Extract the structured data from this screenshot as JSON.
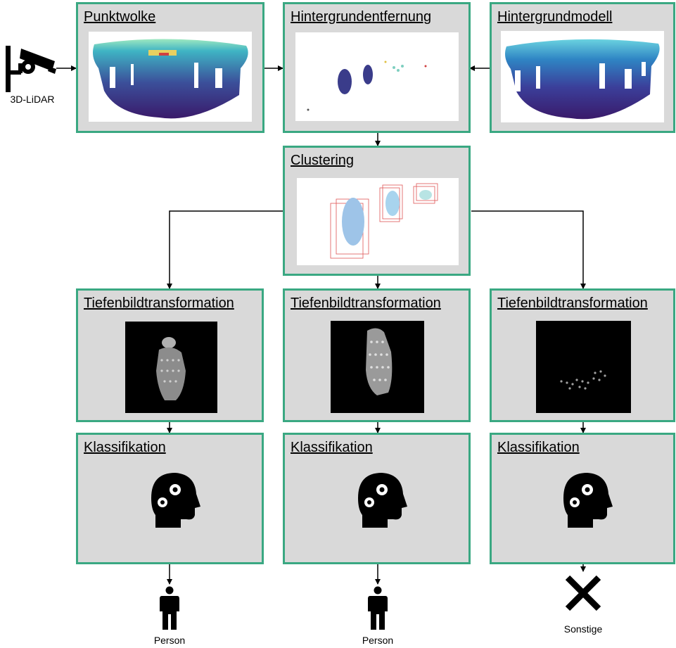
{
  "sensor": {
    "label": "3D-LiDAR",
    "icon": "security-camera-icon"
  },
  "stage1": {
    "point_cloud_title": "Punktwolke",
    "background_removal_title": "Hintergrundentfernung",
    "background_model_title": "Hintergrundmodell"
  },
  "stage2": {
    "clustering_title": "Clustering"
  },
  "columns": [
    {
      "transform_title": "Tiefenbildtransformation",
      "classify_title": "Klassifikation",
      "result_label": "Person",
      "result_icon": "person-icon"
    },
    {
      "transform_title": "Tiefenbildtransformation",
      "classify_title": "Klassifikation",
      "result_label": "Person",
      "result_icon": "person-icon"
    },
    {
      "transform_title": "Tiefenbildtransformation",
      "classify_title": "Klassifikation",
      "result_label": "Sonstige",
      "result_icon": "cross-icon"
    }
  ],
  "colors": {
    "box_border": "#3aa882",
    "box_fill": "#d9d9d9",
    "arrow": "#000000",
    "bbox": "#e05555"
  }
}
